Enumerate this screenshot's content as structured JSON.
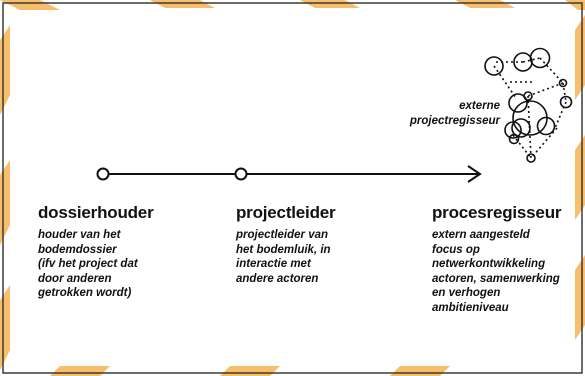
{
  "colors": {
    "accent_orange": "#F9BE6A",
    "border_dark": "#3A3A3A",
    "ink": "#111111",
    "background": "#FFFFFF"
  },
  "external_label": "externe\nprojectregisseur",
  "stages": [
    {
      "title": "dossierhouder",
      "description": "houder van het\nbodemdossier\n(ifv het project dat\ndoor anderen\ngetrokken wordt)"
    },
    {
      "title": "projectleider",
      "description": "projectleider van\nhet bodemluik, in\ninteractie met\nandere actoren"
    },
    {
      "title": "procesregisseur",
      "description": "extern aangesteld\nfocus op\nnetwerkontwikkeling\nactoren, samenwerking\nen verhogen\nambitieniveau"
    }
  ]
}
